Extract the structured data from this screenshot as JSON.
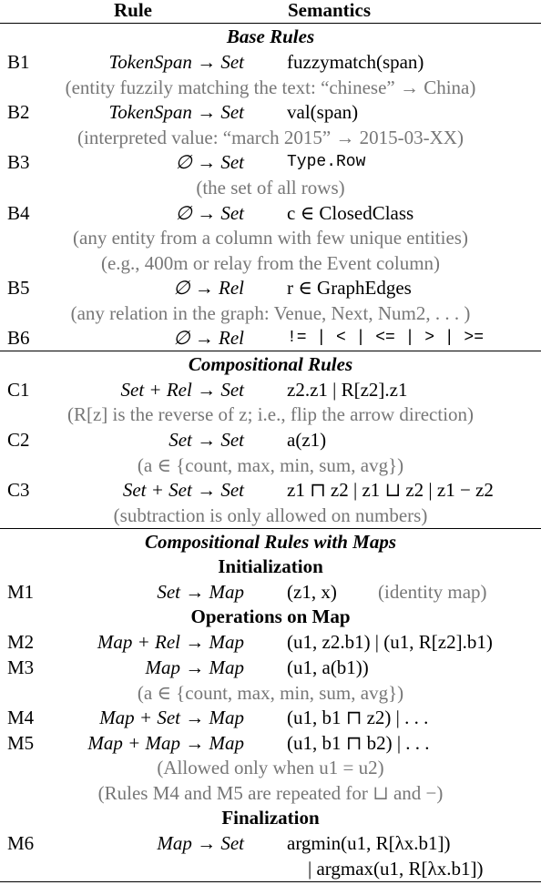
{
  "header": {
    "rule": "Rule",
    "semantics": "Semantics"
  },
  "sections": {
    "base": "Base Rules",
    "compositional": "Compositional Rules",
    "maps": "Compositional Rules with Maps",
    "init": "Initialization",
    "ops": "Operations on Map",
    "final": "Finalization"
  },
  "rows": {
    "B1": {
      "id": "B1",
      "rule": "TokenSpan → Set",
      "sem": "fuzzymatch(span)",
      "note": "(entity fuzzily matching the text: “chinese” → China)"
    },
    "B2": {
      "id": "B2",
      "rule": "TokenSpan → Set",
      "sem": "val(span)",
      "note": "(interpreted value: “march 2015” → 2015-03-XX)"
    },
    "B3": {
      "id": "B3",
      "rule": "∅ → Set",
      "sem": "Type.Row",
      "note": "(the set of all rows)"
    },
    "B4": {
      "id": "B4",
      "rule": "∅ → Set",
      "sem": "c ∈ ClosedClass",
      "note": "(any entity from a column with few unique entities)",
      "note2": "(e.g., 400m or relay from the Event column)"
    },
    "B5": {
      "id": "B5",
      "rule": "∅ → Rel",
      "sem": "r ∈ GraphEdges",
      "note": "(any relation in the graph: Venue, Next, Num2, . . . )"
    },
    "B6": {
      "id": "B6",
      "rule": "∅ → Rel",
      "sem": "!= | < | <= | > | >="
    },
    "C1": {
      "id": "C1",
      "rule": "Set + Rel → Set",
      "sem": "z2.z1 | R[z2].z1",
      "note": "(R[z] is the reverse of z; i.e., flip the arrow direction)"
    },
    "C2": {
      "id": "C2",
      "rule": "Set → Set",
      "sem": "a(z1)",
      "note": "(a ∈ {count, max, min, sum, avg})"
    },
    "C3": {
      "id": "C3",
      "rule": "Set + Set → Set",
      "sem": "z1 ⊓ z2 | z1 ⊔ z2 | z1 − z2",
      "note": "(subtraction is only allowed on numbers)"
    },
    "M1": {
      "id": "M1",
      "rule": "Set → Map",
      "sem": "(z1, x)",
      "extra": "(identity map)"
    },
    "M2": {
      "id": "M2",
      "rule": "Map + Rel → Map",
      "sem": "(u1, z2.b1) | (u1, R[z2].b1)"
    },
    "M3": {
      "id": "M3",
      "rule": "Map → Map",
      "sem": "(u1, a(b1))",
      "note": "(a ∈ {count, max, min, sum, avg})"
    },
    "M4": {
      "id": "M4",
      "rule": "Map + Set → Map",
      "sem": "(u1, b1 ⊓ z2) | . . ."
    },
    "M5": {
      "id": "M5",
      "rule": "Map + Map → Map",
      "sem": "(u1, b1 ⊓ b2) | . . .",
      "note": "(Allowed only when u1 = u2)",
      "note2": "(Rules M4 and M5 are repeated for ⊔ and −)"
    },
    "M6": {
      "id": "M6",
      "rule": "Map → Set",
      "sem": "argmin(u1, R[λx.b1])",
      "sem2": "| argmax(u1, R[λx.b1])"
    }
  }
}
